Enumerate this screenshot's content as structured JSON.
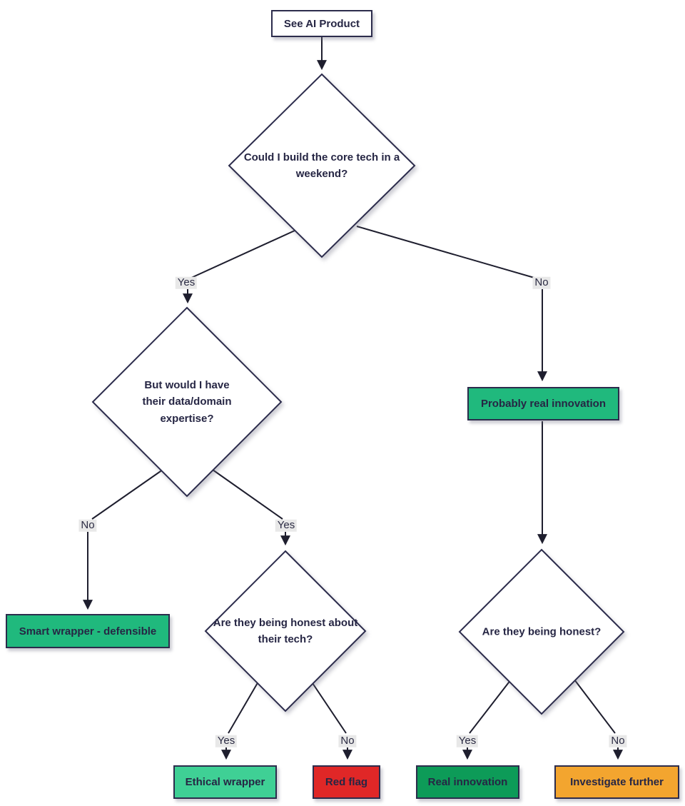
{
  "diagram": {
    "type": "flowchart-decision-tree",
    "background": "#ffffff",
    "colors": {
      "node_border": "#2c2c4c",
      "node_text": "#262644",
      "edge_line": "#1e1e2e",
      "edge_label_bg": "#e8e8e8",
      "green_medium": "#20b97d",
      "green_light": "#3fd095",
      "green_dark": "#0d9b58",
      "red": "#e02727",
      "orange": "#f3a52f"
    },
    "nodes": {
      "start": {
        "label": "See AI Product",
        "shape": "rect",
        "fill": "#ffffff"
      },
      "weekend_decision": {
        "label": "Could I build the core tech in a weekend?",
        "shape": "diamond",
        "fill": "#ffffff"
      },
      "expertise_decision": {
        "label": "But would I have their data/domain expertise?",
        "shape": "diamond",
        "fill": "#ffffff"
      },
      "honest_tech_decision": {
        "label": "Are they being honest about their tech?",
        "shape": "diamond",
        "fill": "#ffffff"
      },
      "honest_decision": {
        "label": "Are they being honest?",
        "shape": "diamond",
        "fill": "#ffffff"
      },
      "smart_wrapper": {
        "label": "Smart wrapper - defensible",
        "shape": "rect",
        "fill": "#20b97d"
      },
      "probably_real": {
        "label": "Probably real innovation",
        "shape": "rect",
        "fill": "#20b97d"
      },
      "ethical_wrapper": {
        "label": "Ethical wrapper",
        "shape": "rect",
        "fill": "#3fd095"
      },
      "red_flag": {
        "label": "Red flag",
        "shape": "rect",
        "fill": "#e02727"
      },
      "real_innovation": {
        "label": "Real innovation",
        "shape": "rect",
        "fill": "#0d9b58"
      },
      "investigate_further": {
        "label": "Investigate further",
        "shape": "rect",
        "fill": "#f3a52f"
      }
    },
    "edge_labels": [
      {
        "id": "weekend-yes",
        "text": "Yes"
      },
      {
        "id": "weekend-no",
        "text": "No"
      },
      {
        "id": "expertise-no",
        "text": "No"
      },
      {
        "id": "expertise-yes",
        "text": "Yes"
      },
      {
        "id": "honest-tech-yes",
        "text": "Yes"
      },
      {
        "id": "honest-tech-no",
        "text": "No"
      },
      {
        "id": "honest-yes",
        "text": "Yes"
      },
      {
        "id": "honest-no",
        "text": "No"
      }
    ]
  }
}
